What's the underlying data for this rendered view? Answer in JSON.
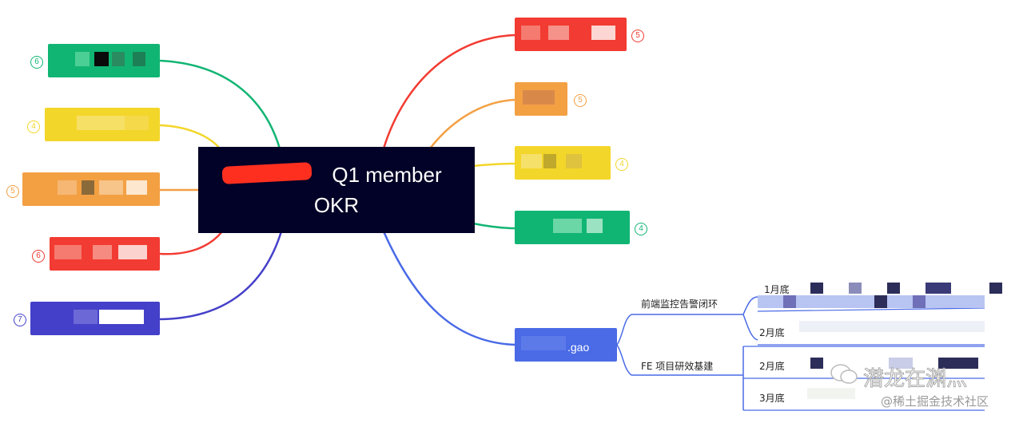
{
  "center_node": {
    "line1_suffix": "Q1 member",
    "line2": "OKR"
  },
  "left_nodes": [
    {
      "color": "#11b573",
      "count": "6"
    },
    {
      "color": "#f3d62a",
      "count": "4"
    },
    {
      "color": "#f3a043",
      "count": "5"
    },
    {
      "color": "#f23b32",
      "count": "6"
    },
    {
      "color": "#4540c9",
      "count": "7"
    }
  ],
  "right_nodes": [
    {
      "color": "#f23b32",
      "count": "5"
    },
    {
      "color": "#f3a043",
      "count": "5"
    },
    {
      "color": "#f3d62a",
      "count": "4"
    },
    {
      "color": "#11b573",
      "count": "4"
    }
  ],
  "gao_node": {
    "label": ".gao",
    "color": "#4a6ae6"
  },
  "objectives": [
    {
      "label": "前端监控告警闭环"
    },
    {
      "label": "FE 项目研效基建"
    }
  ],
  "key_results": [
    {
      "label": "1月底"
    },
    {
      "label": "2月底"
    },
    {
      "label": "2月底"
    },
    {
      "label": "3月底"
    }
  ],
  "watermark": {
    "brand": "潜龙在渊灬",
    "site": "@稀土掘金技术社区"
  }
}
